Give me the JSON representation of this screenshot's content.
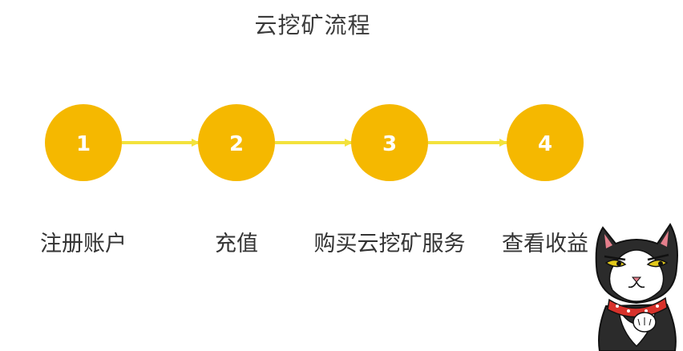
{
  "title": "云挖矿流程",
  "steps": [
    {
      "number": "1",
      "label": "注册账户"
    },
    {
      "number": "2",
      "label": "充值"
    },
    {
      "number": "3",
      "label": "购买云挖矿服务"
    },
    {
      "number": "4",
      "label": "查看收益"
    }
  ],
  "colors": {
    "circle": "#F5B800",
    "arrow": "#F3E23C",
    "title_text": "#3a3a3a",
    "label_text": "#333333"
  },
  "icons": {
    "arrow": "arrow-right-icon",
    "mascot": "cat-mascot-icon"
  }
}
